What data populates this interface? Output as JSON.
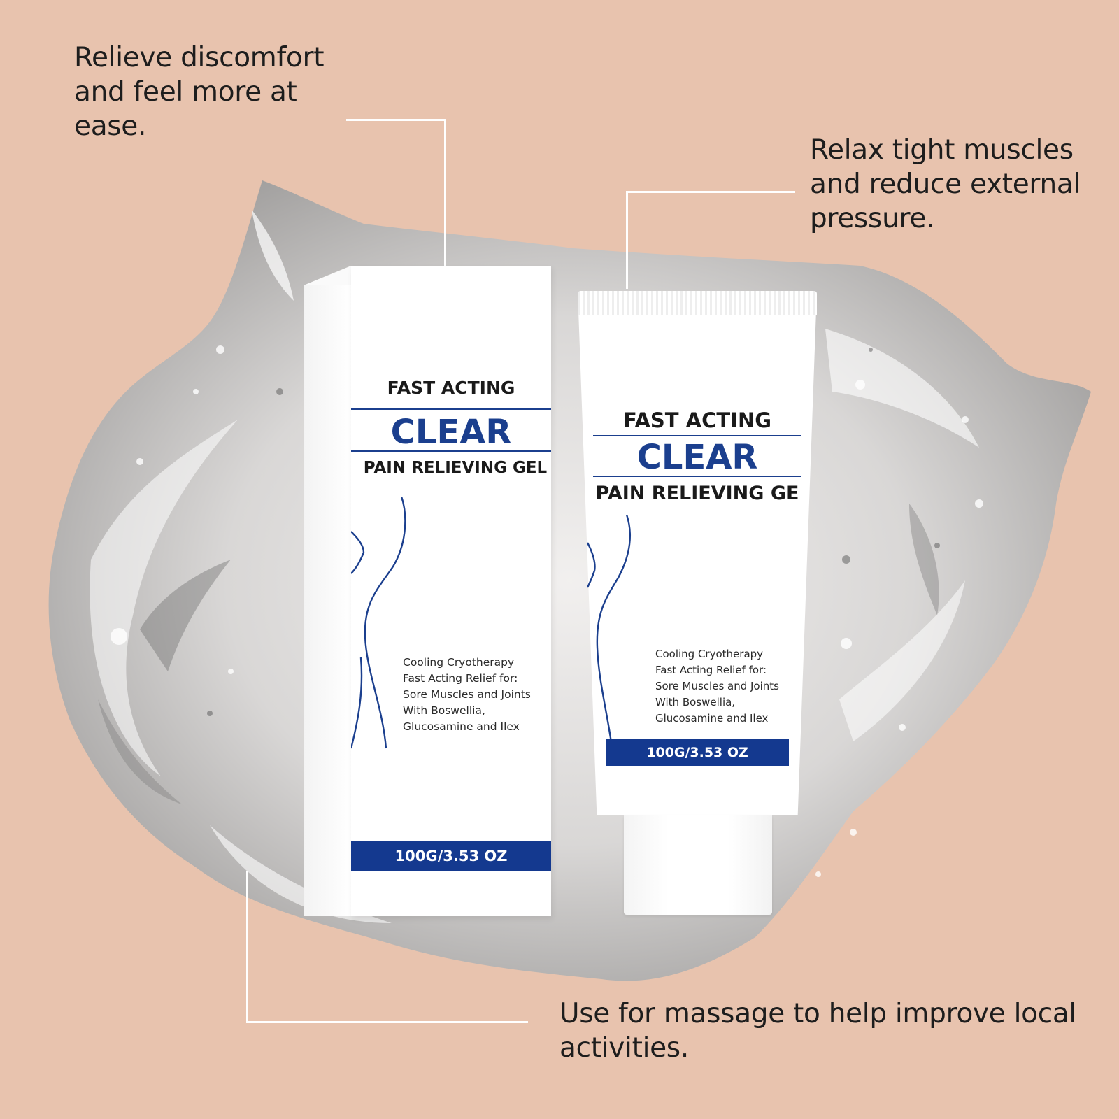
{
  "callouts": {
    "top_left": [
      "Relieve discomfort",
      "and feel more at",
      "ease."
    ],
    "top_right": [
      "Relax tight muscles",
      "and reduce external",
      "pressure."
    ],
    "bottom": [
      "Use for massage to help improve local",
      "activities."
    ]
  },
  "product": {
    "fast": "FAST ACTING",
    "name": "CLEAR",
    "type_box": "PAIN RELIEVING GEL",
    "type_tube": "PAIN RELIEVING GE",
    "desc": [
      "Cooling Cryotherapy",
      "Fast Acting Relief for:",
      "Sore Muscles and Joints",
      "With Boswellia,",
      "Glucosamine and Ilex"
    ],
    "tube_desc": [
      "Cooling Cryotherapy",
      "Fast Acting Relief for:",
      "Sore Muscles and Joints",
      "With Boswellia,",
      "Glucosamine and Ilex"
    ],
    "weight": "100G/3.53 OZ"
  },
  "colors": {
    "background": "#e8c3ae",
    "brand_blue": "#1b3f8e",
    "band_blue": "#14398f",
    "callout_text": "#1d1d1d"
  }
}
